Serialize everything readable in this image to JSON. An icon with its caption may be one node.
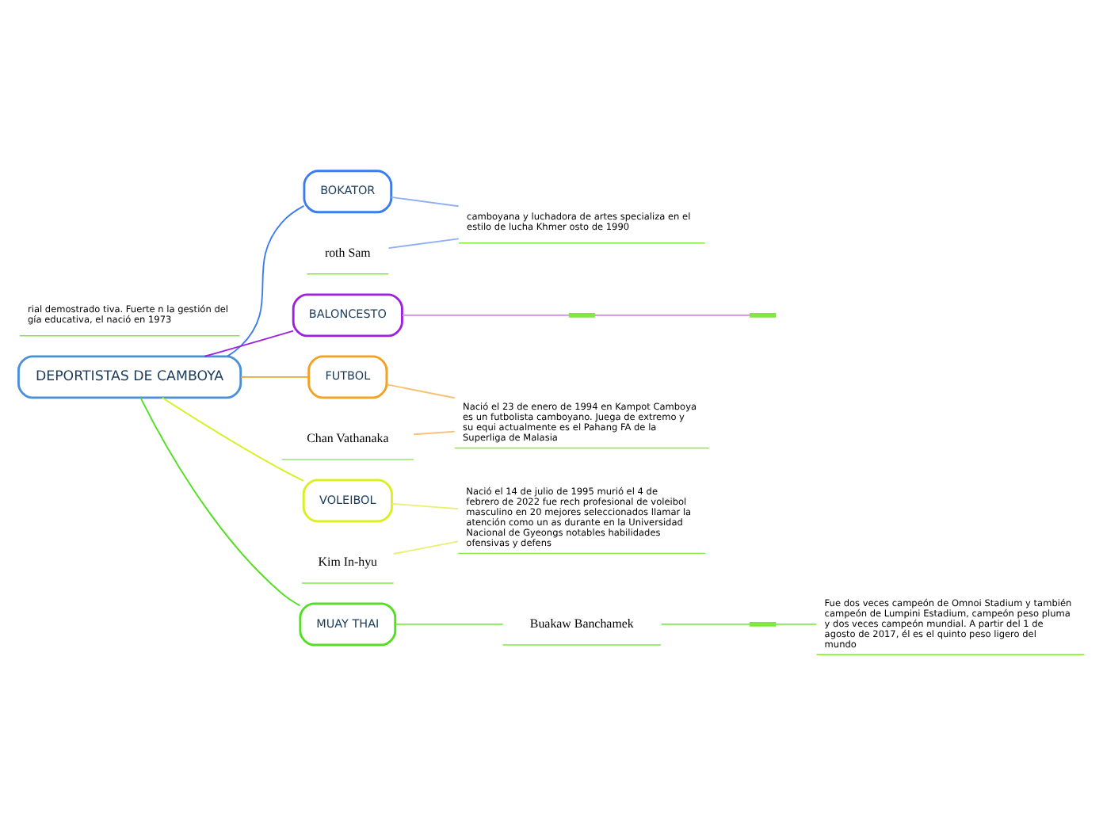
{
  "diagram": {
    "nodes": [
      {
        "text": [
          "DEPORTISTAS DE CAMBOYA"
        ]
      },
      {
        "text": [
          "BOKATOR"
        ]
      },
      {
        "text": [
          "roth Sam"
        ]
      },
      {
        "text": [
          "camboyana y luchadora de artes specializa en el estilo de lucha Khmer osto de 1990"
        ]
      },
      {
        "text": [
          "BALONCESTO"
        ]
      },
      {
        "text": [],
        "shape": "bar"
      },
      {
        "text": [],
        "shape": "bar"
      },
      {
        "text": [
          "rial demostrado tiva. Fuerte n la gestión del gía educativa, el nació en 1973"
        ]
      },
      {
        "text": [
          "FUTBOL"
        ]
      },
      {
        "text": [
          "Chan Vathanaka"
        ]
      },
      {
        "text": [
          "Nació el 23 de enero de 1994 en Kampot Camboya es un futbolista camboyano. Juega de extremo y su equi actualmente es el Pahang FA de la Superliga de Malasia"
        ]
      },
      {
        "text": [
          "VOLEIBOL"
        ]
      },
      {
        "text": [
          "Kim In-hyu"
        ]
      },
      {
        "text": [
          "Nació el 14 de julio de 1995 murió el 4 de febrero de 2022 fue rech profesional de voleibol masculino en 20 mejores seleccionados llamar la atención como un as durante en la Universidad Nacional de Gyeongs notables habilidades ofensivas y defens"
        ]
      },
      {
        "text": [
          "MUAY THAI"
        ]
      },
      {
        "text": [
          "Buakaw Banchamek"
        ]
      },
      {
        "text": [],
        "shape": "bar"
      },
      {
        "text": [
          "Fue dos veces campeón de Omnoi Stadium y también campeón de Lumpini Estadium, campeón peso pluma y dos veces campeón mundial. A partir del 1 de agosto de 2017, él es el quinto peso ligero del mundo"
        ]
      }
    ],
    "edges": [
      {
        "from": 0,
        "to": 1,
        "arrow": "none",
        "color": "#3d7cf0"
      },
      {
        "from": 1,
        "to": 3,
        "arrow": "none",
        "color": "#8fb0f5"
      },
      {
        "from": 2,
        "to": 3,
        "arrow": "none",
        "color": "#8fb0f5"
      },
      {
        "from": 0,
        "to": 4,
        "arrow": "none",
        "color": "#a020e0"
      },
      {
        "from": 4,
        "to": 5,
        "arrow": "none",
        "color": "#cc88f0"
      },
      {
        "from": 5,
        "to": 6,
        "arrow": "none",
        "color": "#cc88f0"
      },
      {
        "from": 0,
        "to": 8,
        "arrow": "none",
        "color": "#f5a020"
      },
      {
        "from": 8,
        "to": 10,
        "arrow": "none",
        "color": "#f8c070"
      },
      {
        "from": 9,
        "to": 10,
        "arrow": "none",
        "color": "#f8c070"
      },
      {
        "from": 0,
        "to": 11,
        "arrow": "none",
        "color": "#d8f020"
      },
      {
        "from": 11,
        "to": 13,
        "arrow": "none",
        "color": "#e8f070"
      },
      {
        "from": 12,
        "to": 13,
        "arrow": "none",
        "color": "#e8f070"
      },
      {
        "from": 0,
        "to": 14,
        "arrow": "none",
        "color": "#50e020"
      },
      {
        "from": 14,
        "to": 15,
        "arrow": "none",
        "color": "#80e840"
      },
      {
        "from": 15,
        "to": 16,
        "arrow": "none",
        "color": "#80e840"
      },
      {
        "from": 16,
        "to": 17,
        "arrow": "none",
        "color": "#80e840"
      }
    ]
  }
}
